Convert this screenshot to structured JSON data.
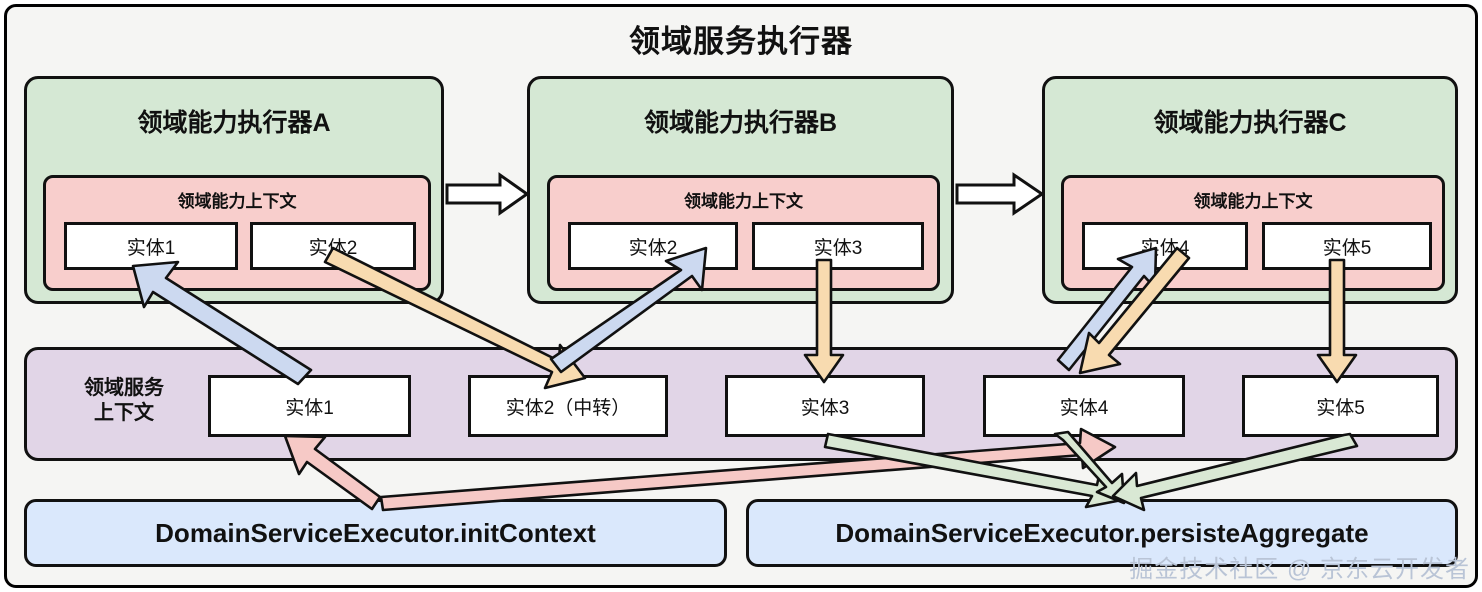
{
  "diagram": {
    "title": "领域服务执行器",
    "watermark": "掘金技术社区 @ 京东云开发者",
    "colors": {
      "background": "#f5f5f3",
      "executor_fill": "#d5e8d4",
      "capability_context_fill": "#f8cecc",
      "service_context_fill": "#e1d5e7",
      "method_fill": "#dae8fc",
      "entity_fill": "#ffffff",
      "stroke": "#111111",
      "arrow_blue": "#ccd9f0",
      "arrow_orange": "#f8dbb0",
      "arrow_pink": "#f6c9c6",
      "arrow_green": "#d9e8d4"
    }
  },
  "executors": [
    {
      "title": "领域能力执行器A",
      "context_title": "领域能力上下文",
      "entities": [
        "实体1",
        "实体2"
      ]
    },
    {
      "title": "领域能力执行器B",
      "context_title": "领域能力上下文",
      "entities": [
        "实体2",
        "实体3"
      ]
    },
    {
      "title": "领域能力执行器C",
      "context_title": "领域能力上下文",
      "entities": [
        "实体4",
        "实体5"
      ]
    }
  ],
  "service_context": {
    "label_line1": "领域服务",
    "label_line2": "上下文",
    "entities": [
      "实体1",
      "实体2（中转）",
      "实体3",
      "实体4",
      "实体5"
    ]
  },
  "methods": [
    {
      "label": "DomainServiceExecutor.initContext"
    },
    {
      "label": "DomainServiceExecutor.persisteAggregate"
    }
  ],
  "flow_arrows": {
    "executor_a_to_b": "block-arrow-right",
    "executor_b_to_c": "block-arrow-right"
  }
}
